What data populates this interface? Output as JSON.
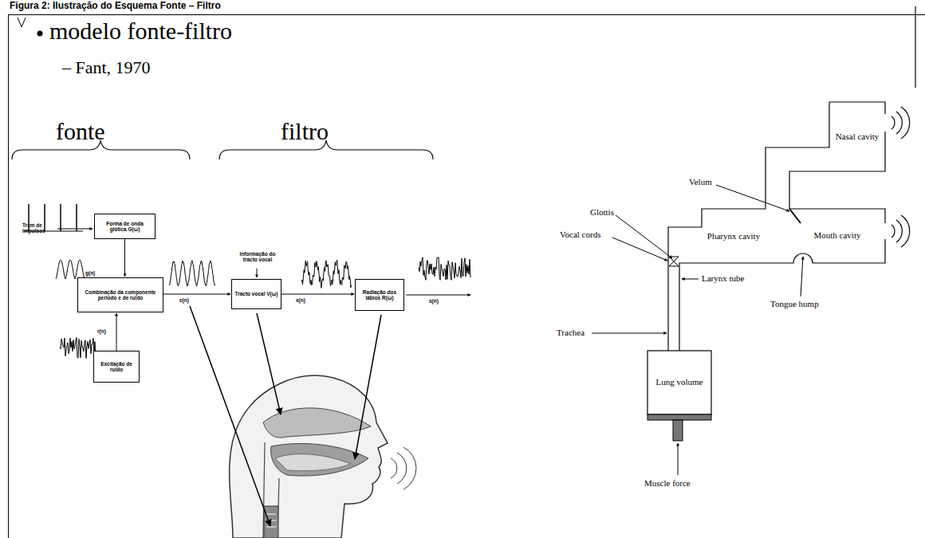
{
  "diagram": {
    "title": "Figura 2: Ilustração do Esquema Fonte – Filtro",
    "nodes": [
      {
        "text": [
          "Forma de onda glótica G(ω)"
        ]
      },
      {
        "text": [
          "Combinação da componente periodo e de ruido"
        ]
      },
      {
        "text": [
          "Tracto vocal V(ω)"
        ]
      },
      {
        "text": [
          "Radiação dos lábios R(ω)"
        ]
      },
      {
        "text": [
          "Excitação de ruido"
        ]
      },
      {
        "text": [
          "Nasal cavity"
        ]
      },
      {
        "text": [
          "Pharynx cavity"
        ]
      },
      {
        "text": [
          "Mouth cavity"
        ]
      },
      {
        "text": [
          "Lung volume"
        ]
      }
    ],
    "edges": [
      {
        "from": 0,
        "to": 1,
        "arrow": "to",
        "label": "g(n)"
      },
      {
        "from": 4,
        "to": 1,
        "arrow": "to",
        "label": "r(n)"
      },
      {
        "from": 1,
        "to": 2,
        "arrow": "to",
        "label": "e(n)"
      },
      {
        "from": 2,
        "to": 3,
        "arrow": "to",
        "label": "x(n)"
      }
    ],
    "labels": [
      "modelo fonte-filtro",
      "– Fant, 1970",
      "fonte",
      "filtro",
      "Trem de impulsos",
      "Informação do tracto vocal",
      "s(n)",
      "Glottis",
      "Vocal cords",
      "Velum",
      "Larynx tube",
      "Trachea",
      "Tongue hump",
      "Muscle force"
    ]
  }
}
